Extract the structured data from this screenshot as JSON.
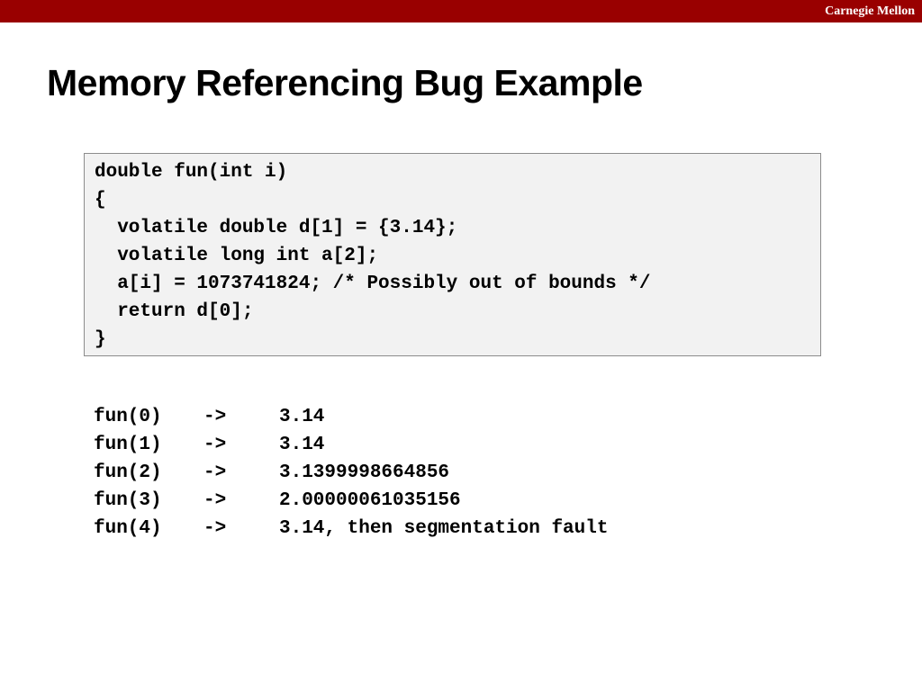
{
  "header": {
    "brand": "Carnegie Mellon"
  },
  "title": "Memory Referencing Bug Example",
  "code_lines": [
    "double fun(int i)",
    "{",
    "  volatile double d[1] = {3.14};",
    "  volatile long int a[2];",
    "  a[i] = 1073741824; /* Possibly out of bounds */",
    "  return d[0];",
    "}"
  ],
  "outputs": [
    {
      "call": "fun(0)",
      "arrow": "->",
      "value": "3.14"
    },
    {
      "call": "fun(1)",
      "arrow": "->",
      "value": "3.14"
    },
    {
      "call": "fun(2)",
      "arrow": "->",
      "value": "3.1399998664856"
    },
    {
      "call": "fun(3)",
      "arrow": "->",
      "value": "2.00000061035156"
    },
    {
      "call": "fun(4)",
      "arrow": "->",
      "value": "3.14, then segmentation fault"
    }
  ],
  "colors": {
    "header_bar": "#990000",
    "code_background": "#f2f2f2",
    "code_border": "#8c8c8c"
  }
}
